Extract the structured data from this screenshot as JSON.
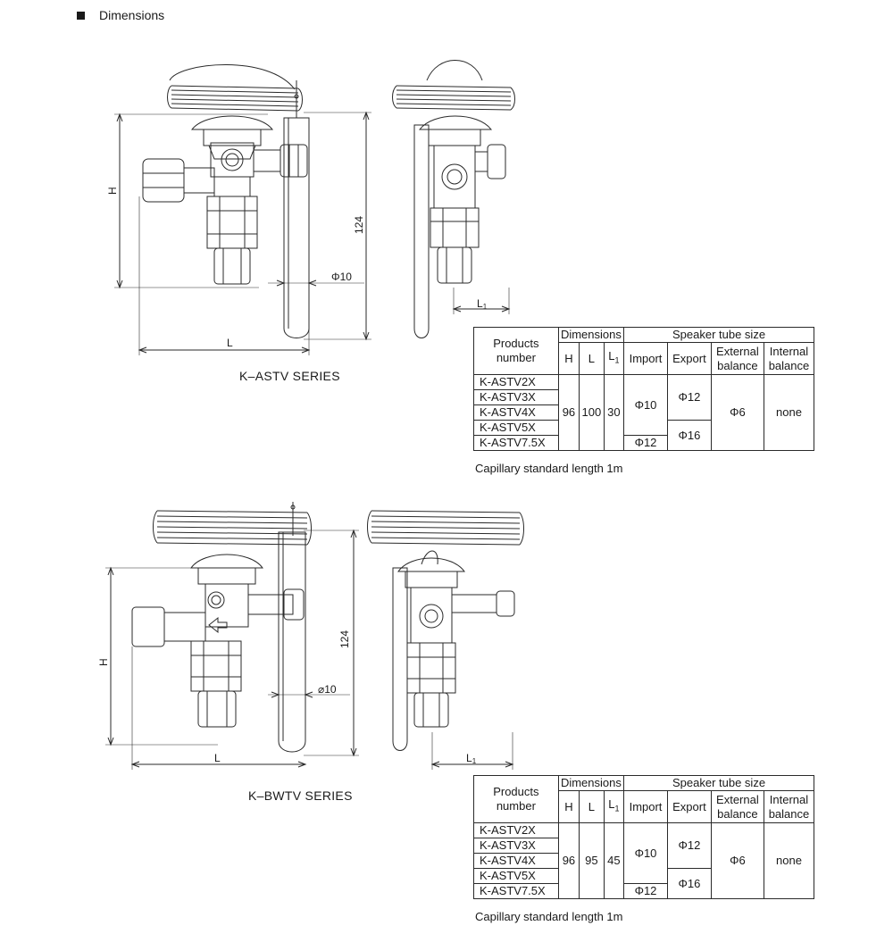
{
  "section_title": "Dimensions",
  "series": [
    {
      "name": "K–ASTV SERIES",
      "labels": {
        "h": "H",
        "l": "L",
        "l1": "L",
        "l1_sub": "1",
        "total": "124",
        "phi": "Φ10"
      },
      "table": {
        "col_products": "Products number",
        "col_dimensions": "Dimensions",
        "col_tube": "Speaker tube size",
        "sub_h": "H",
        "sub_l": "L",
        "sub_l1": "L",
        "sub_l1_sub": "1",
        "sub_import": "Import",
        "sub_export": "Export",
        "sub_external": "External balance",
        "sub_internal": "Internal balance",
        "products": [
          "K-ASTV2X",
          "K-ASTV3X",
          "K-ASTV4X",
          "K-ASTV5X",
          "K-ASTV7.5X"
        ],
        "h": "96",
        "l": "100",
        "l1": "30",
        "import_a": "Φ10",
        "import_b": "Φ12",
        "export_a": "Φ12",
        "export_b": "Φ16",
        "external": "Φ6",
        "internal": "none"
      },
      "note": "Capillary standard length 1m"
    },
    {
      "name": "K–BWTV SERIES",
      "labels": {
        "h": "H",
        "l": "L",
        "l1": "L",
        "l1_sub": "1",
        "total": "124",
        "phi": "⌀10"
      },
      "table": {
        "col_products": "Products number",
        "col_dimensions": "Dimensions",
        "col_tube": "Speaker tube size",
        "sub_h": "H",
        "sub_l": "L",
        "sub_l1": "L",
        "sub_l1_sub": "1",
        "sub_import": "Import",
        "sub_export": "Export",
        "sub_external": "External balance",
        "sub_internal": "Internal balance",
        "products": [
          "K-ASTV2X",
          "K-ASTV3X",
          "K-ASTV4X",
          "K-ASTV5X",
          "K-ASTV7.5X"
        ],
        "h": "96",
        "l": "95",
        "l1": "45",
        "import_a": "Φ10",
        "import_b": "Φ12",
        "export_a": "Φ12",
        "export_b": "Φ16",
        "external": "Φ6",
        "internal": "none"
      },
      "note": "Capillary standard length 1m"
    }
  ]
}
